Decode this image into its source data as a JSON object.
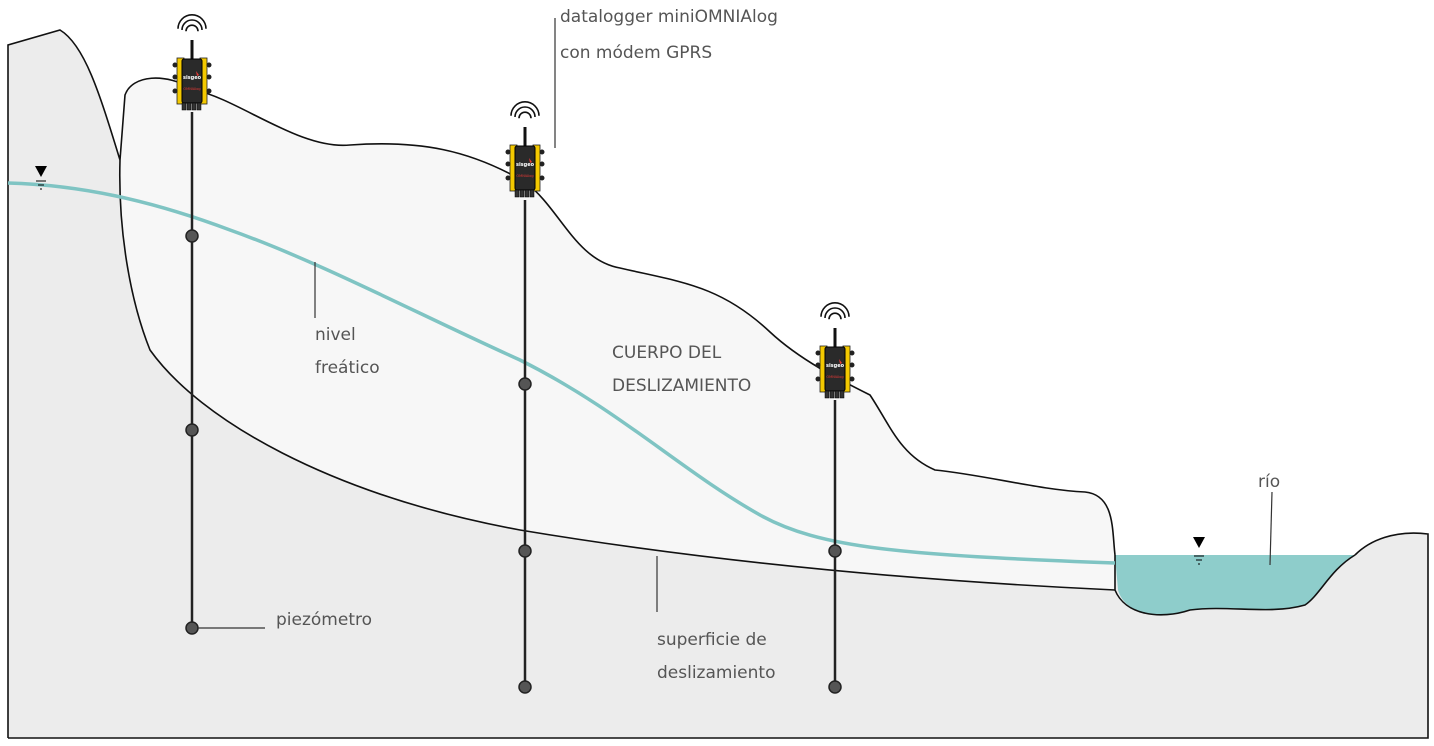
{
  "labels": {
    "datalogger_line1": "datalogger miniOMNIAlog",
    "datalogger_line2": "con módem GPRS",
    "water_table_line1": "nivel",
    "water_table_line2": "freático",
    "landslide_body_line1": "CUERPO DEL",
    "landslide_body_line2": "DESLIZAMIENTO",
    "river": "río",
    "piezometer": "piezómetro",
    "slip_surface_line1": "superficie de",
    "slip_surface_line2": "deslizamiento"
  },
  "datalogger": {
    "brand": "sisgeo",
    "model_logo": "OMNIAlog"
  },
  "icons": {
    "water_level": "water-level-triangle-icon",
    "antenna": "wifi-antenna-icon"
  },
  "colors": {
    "ground": "#ececec",
    "landslide_body": "#f7f7f7",
    "water_table": "#7fc4c3",
    "river_water": "#8ecdcb",
    "device_yellow": "#f4c900",
    "device_body": "#2a2a2a",
    "outline": "#111111"
  }
}
